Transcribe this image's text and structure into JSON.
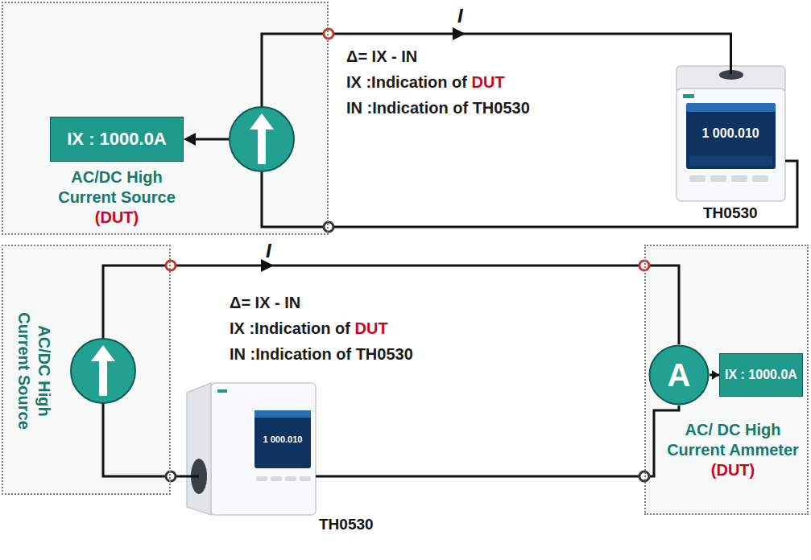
{
  "diagram": {
    "nodes": [
      {
        "text": [
          "AC/DC High Current Source",
          "(DUT)"
        ]
      },
      {
        "text": [
          "IX : 1000.0A"
        ],
        "in": 0
      },
      {
        "text": [
          "TH0530"
        ]
      },
      {
        "text": [
          "AC/DC High Current Source"
        ]
      },
      {
        "text": [
          "TH0530"
        ]
      },
      {
        "text": [
          "AC/ DC High Current Ammeter",
          "(DUT)"
        ]
      },
      {
        "text": [
          "A"
        ],
        "in": 5
      },
      {
        "text": [
          "IX : 1000.0A"
        ],
        "in": 5
      }
    ],
    "edges": [
      {
        "from": 0,
        "to": 2,
        "label": "I",
        "arrow": "to"
      },
      {
        "from": 0,
        "to": 2,
        "arrow": "none"
      },
      {
        "from": 3,
        "to": 5,
        "label": "I",
        "arrow": "to"
      },
      {
        "from": 3,
        "to": 4,
        "arrow": "none"
      },
      {
        "from": 4,
        "to": 5,
        "arrow": "none"
      },
      {
        "from": 6,
        "to": 7,
        "arrow": "to"
      }
    ],
    "labels": [
      "Δ= IX - IN",
      "IX :Indication of",
      "DUT",
      "IN :Indication of TH0530",
      "1 000.010",
      "Δ= IX - IN",
      "IX :Indication of",
      "DUT",
      "IN :Indication of TH0530",
      "1 000.010"
    ]
  }
}
